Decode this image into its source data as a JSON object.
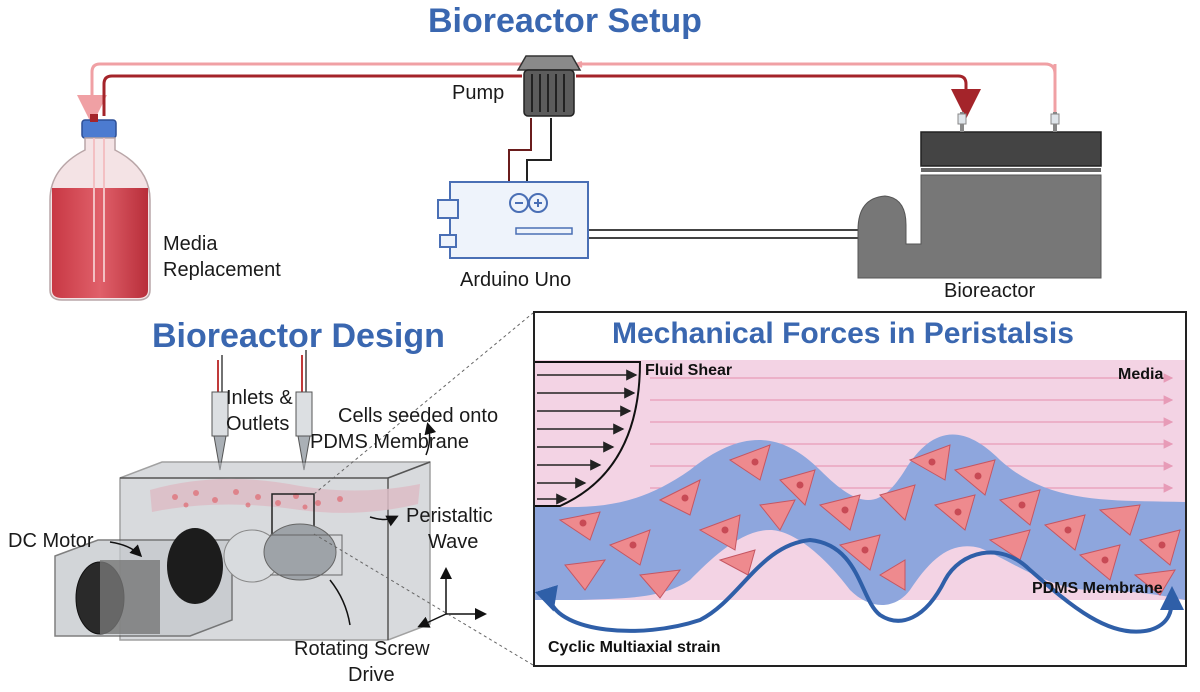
{
  "setup": {
    "title": "Bioreactor Setup",
    "pump": "Pump",
    "media_line1": "Media",
    "media_line2": "Replacement",
    "arduino": "Arduino Uno",
    "bioreactor": "Bioreactor"
  },
  "design": {
    "title": "Bioreactor Design",
    "inlets_line1": "Inlets &",
    "inlets_line2": "Outlets",
    "cells_line1": "Cells seeded onto",
    "cells_line2": "PDMS Membrane",
    "dc_motor": "DC Motor",
    "wave_line1": "Peristaltic",
    "wave_line2": "Wave",
    "screw_line1": "Rotating Screw",
    "screw_line2": "Drive"
  },
  "forces": {
    "title": "Mechanical Forces in Peristalsis",
    "fluid_shear": "Fluid Shear",
    "media": "Media",
    "pdms": "PDMS Membrane",
    "strain": "Cyclic Multiaxial strain"
  },
  "colors": {
    "title_blue": "#3a67b0",
    "media_red": "#d5454f",
    "tube_dark": "#a4242a",
    "tube_light": "#f0a0a4",
    "media_pink": "#f3d3e4",
    "membrane_blue": "#8ea6dd",
    "cell_pink": "#ee8a8e",
    "arrow_blue": "#2f5fa8"
  }
}
